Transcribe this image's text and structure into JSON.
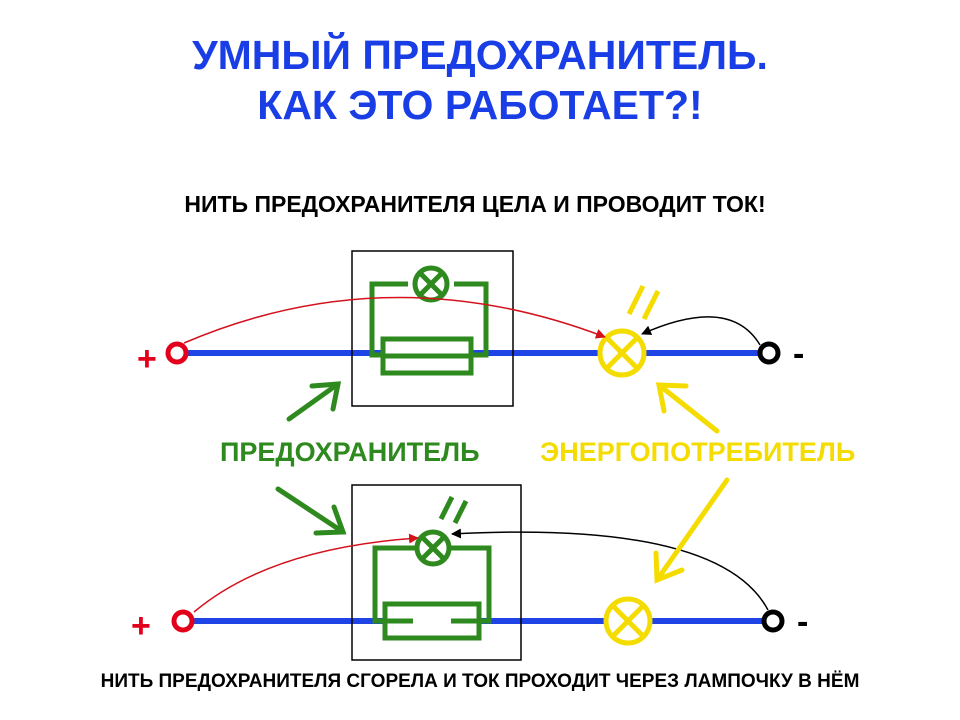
{
  "title_line1": "УМНЫЙ ПРЕДОХРАНИТЕЛЬ.",
  "title_line2": "КАК ЭТО РАБОТАЕТ?!",
  "top_caption": "НИТЬ ПРЕДОХРАНИТЕЛЯ ЦЕЛА И ПРОВОДИТ ТОК!",
  "bottom_caption": "НИТЬ ПРЕДОХРАНИТЕЛЯ СГОРЕЛА И ТОК ПРОХОДИТ ЧЕРЕЗ ЛАМПОЧКУ В НЁМ",
  "label_fuse": "ПРЕДОХРАНИТЕЛЬ",
  "label_consumer": "ЭНЕРГОПОТРЕБИТЕЛЬ",
  "plus_symbol": "+",
  "minus_symbol": "-",
  "colors": {
    "title": "#1a3ee6",
    "wire": "#1f44e6",
    "terminal_plus": "#e3001b",
    "terminal_minus": "#000000",
    "fuse": "#2e8a1e",
    "consumer": "#f5dc00",
    "current_arrow": "#d4121d"
  },
  "icons": [
    "plus-terminal-icon",
    "minus-terminal-icon",
    "lamp-icon",
    "fuse-icon",
    "arrow-icon"
  ]
}
